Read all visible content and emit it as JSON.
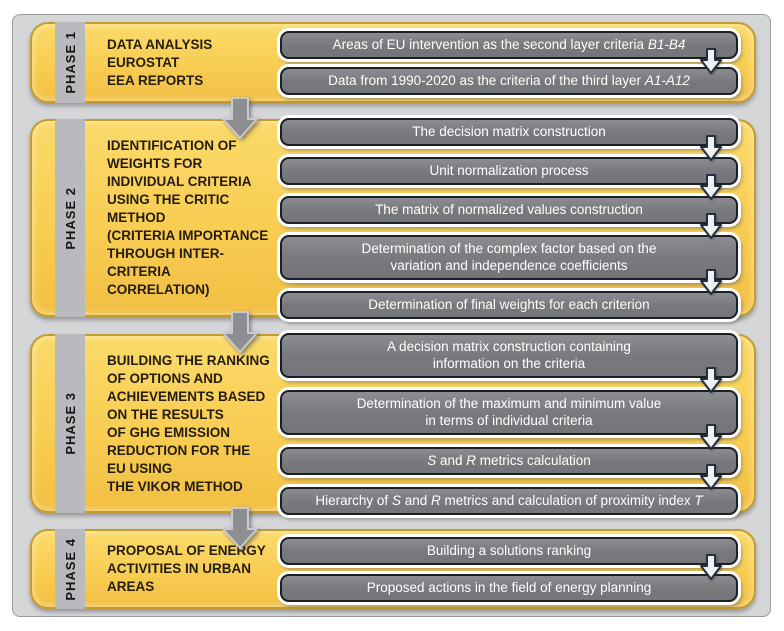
{
  "palette": {
    "phase_fill": "#f8cd52",
    "phase_border": "#c49b31",
    "phase_tab_gray": "#b9babd",
    "panel_background": "#d5d6d8",
    "step_fill": "#797a7e",
    "step_border": "#1b2027",
    "step_text": "#ffffff",
    "left_text": "#241c10",
    "big_arrow_fill": "#8d8e91",
    "big_arrow_border": "#c9cacd",
    "small_arrow_fill": "#eef0f4",
    "small_arrow_border": "#242e3c"
  },
  "phases": [
    {
      "tab": "PHASE 1",
      "label": "DATA ANALYSIS\nEUROSTAT\nEEA REPORTS",
      "steps": [
        {
          "segments": [
            {
              "t": "Areas of EU intervention as the second layer criteria ",
              "i": false
            },
            {
              "t": "B1-B4",
              "i": true
            }
          ]
        },
        {
          "segments": [
            {
              "t": "Data from 1990-2020 as the criteria of the third layer ",
              "i": false
            },
            {
              "t": "A1-A12",
              "i": true
            }
          ]
        }
      ]
    },
    {
      "tab": "PHASE 2",
      "label": "IDENTIFICATION OF\nWEIGHTS FOR\nINDIVIDUAL CRITERIA\nUSING THE CRITIC\nMETHOD\n(CRITERIA IMPORTANCE\nTHROUGH INTER-\nCRITERIA\nCORRELATION)",
      "steps": [
        {
          "segments": [
            {
              "t": "The decision matrix construction",
              "i": false
            }
          ]
        },
        {
          "segments": [
            {
              "t": "Unit normalization process",
              "i": false
            }
          ]
        },
        {
          "segments": [
            {
              "t": "The matrix of normalized values construction",
              "i": false
            }
          ]
        },
        {
          "segments": [
            {
              "t": "Determination of the complex factor based on the\nvariation and independence coefficients",
              "i": false
            }
          ]
        },
        {
          "segments": [
            {
              "t": "Determination of final weights for each criterion",
              "i": false
            }
          ]
        }
      ]
    },
    {
      "tab": "PHASE 3",
      "label": "BUILDING THE RANKING\nOF OPTIONS AND\nACHIEVEMENTS BASED\nON THE RESULTS\nOF GHG EMISSION\nREDUCTION FOR THE\nEU USING\nTHE VIKOR METHOD",
      "steps": [
        {
          "segments": [
            {
              "t": "A decision matrix construction containing\ninformation on the criteria",
              "i": false
            }
          ]
        },
        {
          "segments": [
            {
              "t": "Determination of the maximum and minimum value\nin terms of individual criteria",
              "i": false
            }
          ]
        },
        {
          "segments": [
            {
              "t": "S",
              "i": true
            },
            {
              "t": " and ",
              "i": false
            },
            {
              "t": "R",
              "i": true
            },
            {
              "t": " metrics calculation",
              "i": false
            }
          ]
        },
        {
          "segments": [
            {
              "t": "Hierarchy of ",
              "i": false
            },
            {
              "t": "S",
              "i": true
            },
            {
              "t": " and ",
              "i": false
            },
            {
              "t": "R",
              "i": true
            },
            {
              "t": " metrics and calculation of proximity index ",
              "i": false
            },
            {
              "t": "T",
              "i": true
            }
          ]
        }
      ]
    },
    {
      "tab": "PHASE 4",
      "label": "PROPOSAL OF ENERGY\nACTIVITIES IN URBAN\nAREAS",
      "steps": [
        {
          "segments": [
            {
              "t": "Building a solutions ranking",
              "i": false
            }
          ]
        },
        {
          "segments": [
            {
              "t": "Proposed actions in the field of energy planning",
              "i": false
            }
          ]
        }
      ]
    }
  ]
}
